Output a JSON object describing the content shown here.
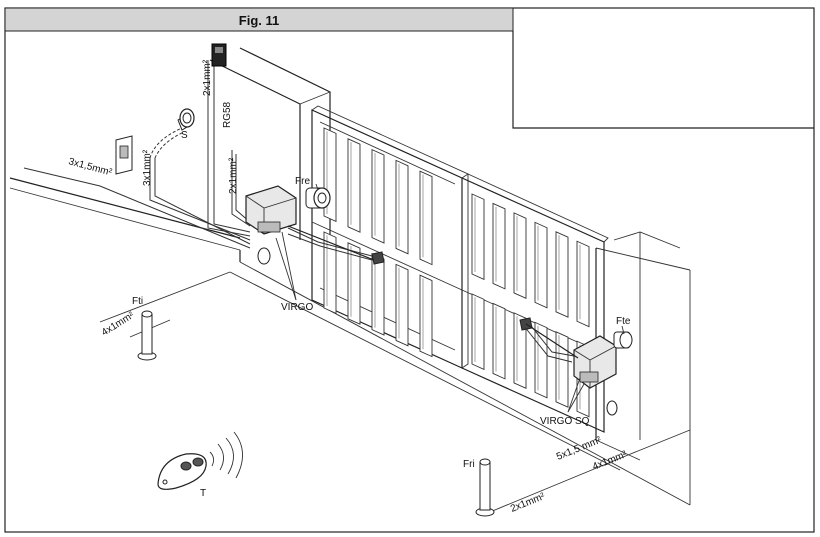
{
  "figure": {
    "title": "Fig. 11",
    "colors": {
      "title_bar": "#d4d4d4",
      "line": "#222222",
      "operator": "#e8e8e8"
    }
  },
  "labels": {
    "rg58": "RG58",
    "cable_2x1_antenna": "2x1mm²",
    "cable_3x1_selector": "3x1mm²",
    "cable_3x1_5_power": "3x1,5mm²",
    "cable_2x1_fre": "2x1mm²",
    "cable_4x1_fti": "4x1mm²",
    "cable_5x1_5_motor": "5x1,5 mm²",
    "cable_4x1_fte": "4x1mm²",
    "cable_2x1_fri": "2x1mm²",
    "selector": "S",
    "photocell_fre": "Fre",
    "photocell_fti": "Fti",
    "photocell_fte": "Fte",
    "photocell_fri": "Fri",
    "motor_left": "VIRGO",
    "motor_right": "VIRGO SQ",
    "transmitter": "T"
  }
}
